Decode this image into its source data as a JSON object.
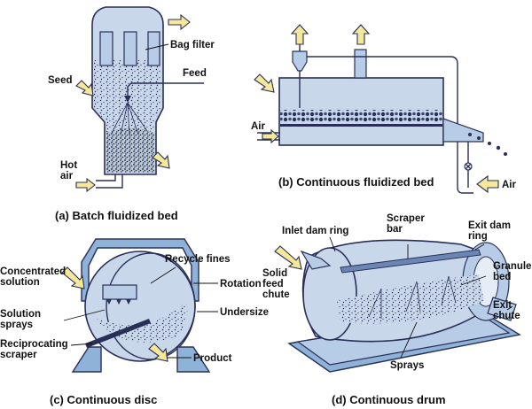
{
  "panel_a": {
    "caption": "(a) Batch fluidized bed",
    "labels": {
      "bag_filter": "Bag filter",
      "feed": "Feed",
      "seed": "Seed",
      "hot_air": "Hot\nair"
    }
  },
  "panel_b": {
    "caption": "(b) Continuous fluidized bed",
    "labels": {
      "air_left": "Air",
      "air_right": "Air"
    }
  },
  "panel_c": {
    "caption": "(c) Continuous disc",
    "labels": {
      "recycle_fines": "Recycle fines",
      "concentrated_solution": "Concentrated\nsolution",
      "rotation": "Rotation",
      "solution_sprays": "Solution\nsprays",
      "undersize": "Undersize",
      "reciprocating_scraper": "Reciprocating\nscraper",
      "product": "Product"
    }
  },
  "panel_d": {
    "caption": "(d) Continuous drum",
    "labels": {
      "inlet_dam_ring": "Inlet dam ring",
      "scraper_bar": "Scraper\nbar",
      "exit_dam_ring": "Exit dam\nring",
      "solid_feed_chute": "Solid\nfeed\nchute",
      "granule_bed": "Granule\nbed",
      "exit_chute": "Exit\nchute",
      "sprays": "Sprays"
    }
  },
  "colors": {
    "vessel": "#c9d7ea",
    "metal": "#8fb2d8",
    "outline": "#2a2f57",
    "arrow": "#f6e89a"
  }
}
